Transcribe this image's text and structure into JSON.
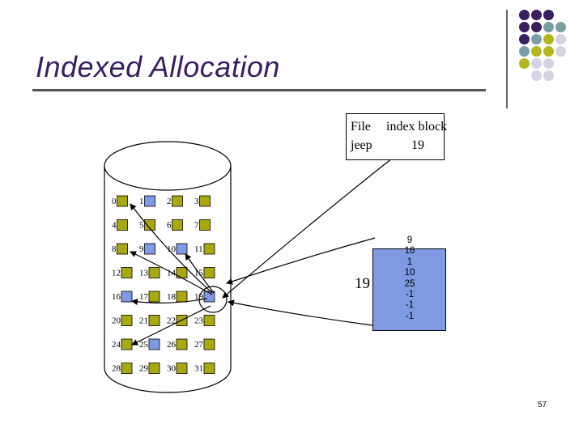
{
  "slide": {
    "title": "Indexed Allocation",
    "page_number": "57"
  },
  "directory": {
    "headers": [
      "File",
      "index block"
    ],
    "entry": {
      "file": "jeep",
      "index_block": "19"
    }
  },
  "index_block": {
    "label": "19",
    "entries": [
      "9",
      "16",
      "1",
      "10",
      "25",
      "-1",
      "-1",
      "-1"
    ]
  },
  "disk": {
    "rows": [
      [
        {
          "num": "0",
          "used": false
        },
        {
          "num": "1",
          "used": true
        },
        {
          "num": "2",
          "used": false
        },
        {
          "num": "3",
          "used": false
        }
      ],
      [
        {
          "num": "4",
          "used": false
        },
        {
          "num": "5",
          "used": false
        },
        {
          "num": "6",
          "used": false
        },
        {
          "num": "7",
          "used": false
        }
      ],
      [
        {
          "num": "8",
          "used": false
        },
        {
          "num": "9",
          "used": true
        },
        {
          "num": "10",
          "used": true
        },
        {
          "num": "11",
          "used": false
        }
      ],
      [
        {
          "num": "12",
          "used": false
        },
        {
          "num": "13",
          "used": false
        },
        {
          "num": "14",
          "used": false
        },
        {
          "num": "15",
          "used": false
        }
      ],
      [
        {
          "num": "16",
          "used": true
        },
        {
          "num": "17",
          "used": false
        },
        {
          "num": "18",
          "used": false
        },
        {
          "num": "19",
          "used": true
        }
      ],
      [
        {
          "num": "20",
          "used": false
        },
        {
          "num": "21",
          "used": false
        },
        {
          "num": "22",
          "used": false
        },
        {
          "num": "23",
          "used": false
        }
      ],
      [
        {
          "num": "24",
          "used": false
        },
        {
          "num": "25",
          "used": true
        },
        {
          "num": "26",
          "used": false
        },
        {
          "num": "27",
          "used": false
        }
      ],
      [
        {
          "num": "28",
          "used": false
        },
        {
          "num": "29",
          "used": false
        },
        {
          "num": "30",
          "used": false
        },
        {
          "num": "31",
          "used": false
        }
      ]
    ]
  },
  "colors": {
    "free_block": "#a9a814",
    "used_block": "#7f99e3",
    "title": "#3a1e5e",
    "dot_purple": "#3a1e5e",
    "dot_teal": "#7a9ea3",
    "dot_olive": "#b5b521",
    "dot_lavender": "#d3d3e2"
  },
  "decoration": {
    "dot_grid": [
      [
        "purple",
        "purple",
        "purple",
        null
      ],
      [
        "purple",
        "purple",
        "teal",
        "teal"
      ],
      [
        "purple",
        "teal",
        "olive",
        "lavender"
      ],
      [
        "teal",
        "olive",
        "olive",
        "lavender"
      ],
      [
        "olive",
        "lavender",
        "lavender",
        null
      ],
      [
        null,
        "lavender",
        "lavender",
        null
      ]
    ]
  }
}
